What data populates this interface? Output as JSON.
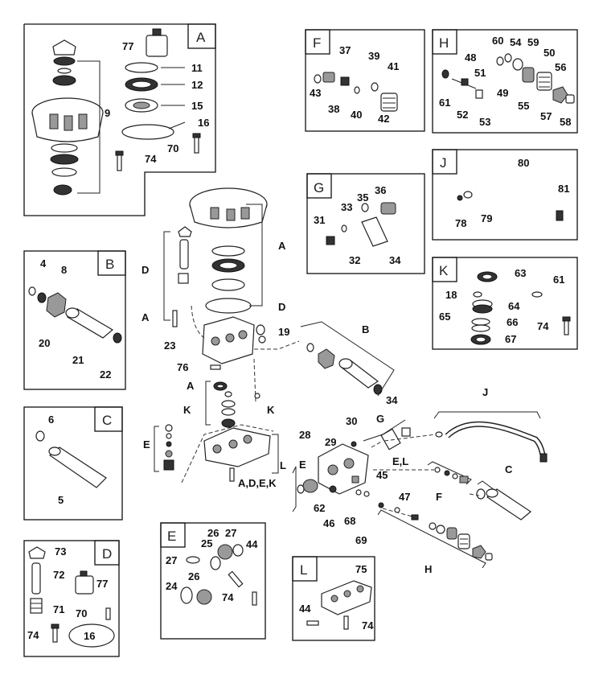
{
  "kits": {
    "A": {
      "letter": "A",
      "parts": [
        "77",
        "11",
        "12",
        "15",
        "16",
        "9",
        "70",
        "74"
      ]
    },
    "B": {
      "letter": "B",
      "parts": [
        "4",
        "8",
        "20",
        "21",
        "22"
      ]
    },
    "C": {
      "letter": "C",
      "parts": [
        "6",
        "5"
      ]
    },
    "D": {
      "letter": "D",
      "parts": [
        "73",
        "72",
        "77",
        "71",
        "70",
        "74",
        "16"
      ]
    },
    "E": {
      "letter": "E",
      "parts": [
        "25",
        "26",
        "27",
        "44",
        "27",
        "24",
        "26",
        "74"
      ]
    },
    "F": {
      "letter": "F",
      "parts": [
        "37",
        "39",
        "41",
        "43",
        "38",
        "40",
        "42"
      ]
    },
    "G": {
      "letter": "G",
      "parts": [
        "36",
        "33",
        "35",
        "31",
        "32",
        "34"
      ]
    },
    "H": {
      "letter": "H",
      "parts": [
        "60",
        "54",
        "59",
        "48",
        "50",
        "51",
        "56",
        "61",
        "49",
        "55",
        "52",
        "53",
        "57",
        "58"
      ]
    },
    "J": {
      "letter": "J",
      "parts": [
        "80",
        "81",
        "78",
        "79"
      ]
    },
    "K": {
      "letter": "K",
      "parts": [
        "63",
        "61",
        "18",
        "64",
        "65",
        "66",
        "74",
        "67"
      ]
    },
    "L": {
      "letter": "L",
      "parts": [
        "75",
        "44",
        "74"
      ]
    }
  },
  "main": {
    "labels": [
      "A",
      "D",
      "D",
      "A",
      "23",
      "19",
      "B",
      "76",
      "A",
      "K",
      "K",
      "E",
      "L",
      "A,D,E,K",
      "J",
      "C",
      "34",
      "G",
      "30",
      "29",
      "28",
      "E,L",
      "E",
      "45",
      "F",
      "47",
      "62",
      "46",
      "68",
      "69",
      "H"
    ]
  }
}
